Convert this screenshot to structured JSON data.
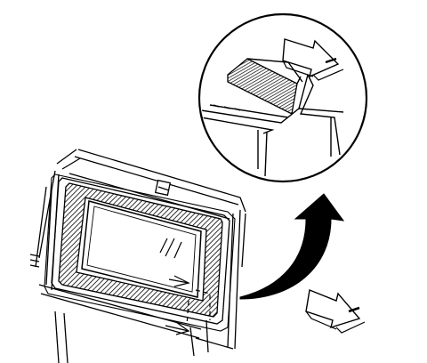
{
  "figure": {
    "type": "technical-illustration",
    "subject": "window-glass-weatherstrip-installation",
    "line_color": "#000000",
    "background": "#ffffff",
    "callouts": [
      {
        "icon": "direction-arrow-icon",
        "meaning": "install-direction",
        "location": "detail-inset"
      },
      {
        "icon": "direction-arrow-icon",
        "meaning": "install-direction",
        "location": "lower-right"
      }
    ],
    "detail_view": {
      "shape": "circle",
      "shows": "weatherstrip-lip-over-flange"
    },
    "leader": {
      "icon": "curved-arrow-icon",
      "from": "window-corner",
      "to": "detail-view"
    }
  }
}
